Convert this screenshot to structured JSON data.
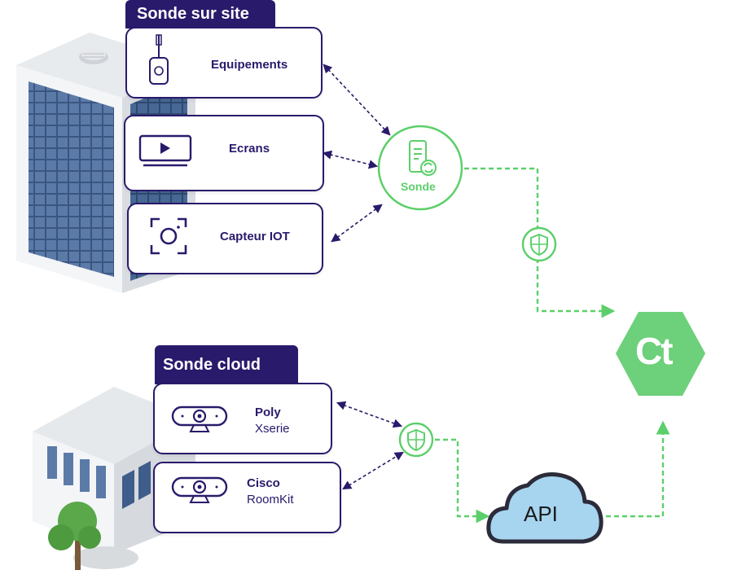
{
  "site": {
    "title": "Sonde sur site",
    "devices": [
      {
        "label": "Equipements",
        "icon": "hdmi-dongle-icon"
      },
      {
        "label": "Ecrans",
        "icon": "screen-play-icon"
      },
      {
        "label": "Capteur IOT",
        "icon": "camera-sensor-icon"
      }
    ],
    "hub_label": "Sonde",
    "hub_icon": "server-sync-icon"
  },
  "cloud": {
    "title": "Sonde cloud",
    "devices": [
      {
        "label": "Poly",
        "sublabel": "Xserie",
        "icon": "webcam-icon"
      },
      {
        "label": "Cisco",
        "sublabel": "RoomKit",
        "icon": "webcam-icon"
      }
    ]
  },
  "api_label": "API",
  "logo_text": "Ct",
  "colors": {
    "navy": "#2a1a6b",
    "green": "#5ccf6a",
    "logo_green": "#6dd07a",
    "cloud_blue": "#a7d4ef",
    "cloud_outline": "#2b2b3a"
  }
}
